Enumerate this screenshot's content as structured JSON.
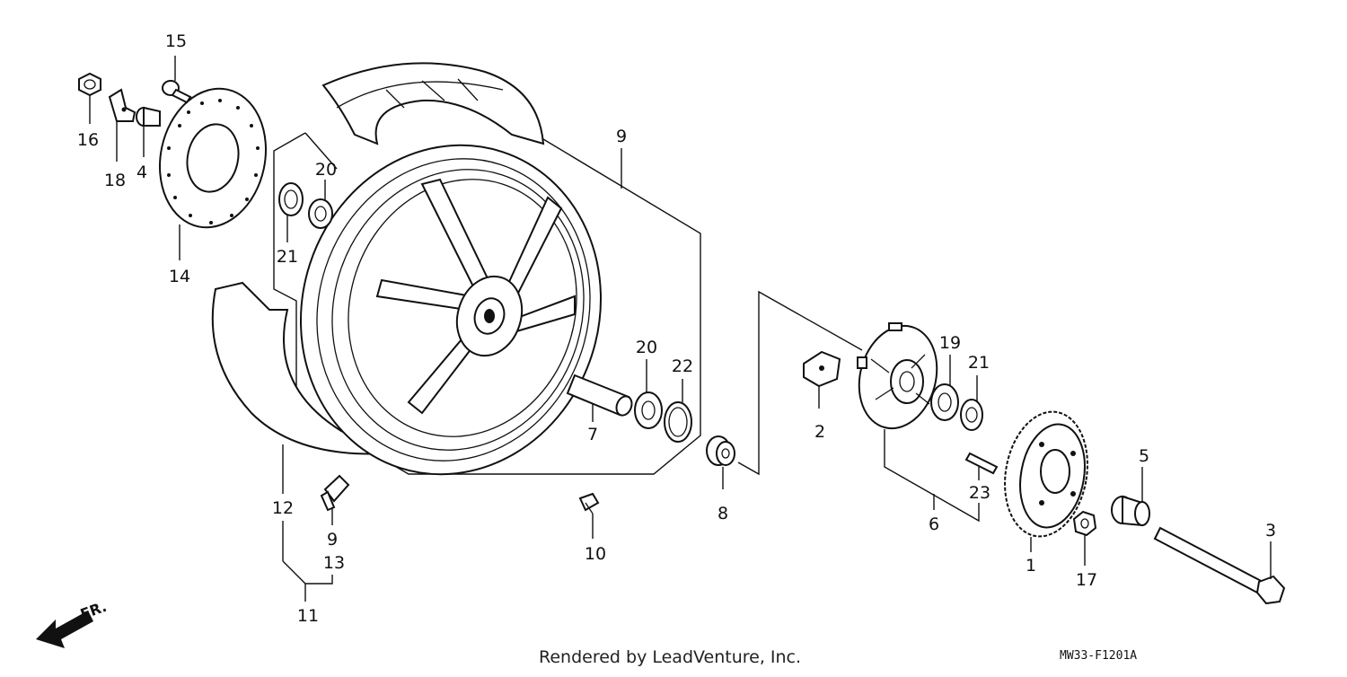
{
  "diagram": {
    "footer_credit": "Rendered by LeadVenture, Inc.",
    "diagram_code": "MW33-F1201A",
    "direction_label": "FR.",
    "callouts": [
      {
        "id": "1",
        "label": "1"
      },
      {
        "id": "2",
        "label": "2"
      },
      {
        "id": "3",
        "label": "3"
      },
      {
        "id": "4",
        "label": "4"
      },
      {
        "id": "5",
        "label": "5"
      },
      {
        "id": "6",
        "label": "6"
      },
      {
        "id": "7",
        "label": "7"
      },
      {
        "id": "8",
        "label": "8"
      },
      {
        "id": "9a",
        "label": "9"
      },
      {
        "id": "9b",
        "label": "9"
      },
      {
        "id": "10",
        "label": "10"
      },
      {
        "id": "11",
        "label": "11"
      },
      {
        "id": "12",
        "label": "12"
      },
      {
        "id": "13",
        "label": "13"
      },
      {
        "id": "14",
        "label": "14"
      },
      {
        "id": "15",
        "label": "15"
      },
      {
        "id": "16",
        "label": "16"
      },
      {
        "id": "17",
        "label": "17"
      },
      {
        "id": "18",
        "label": "18"
      },
      {
        "id": "19",
        "label": "19"
      },
      {
        "id": "20a",
        "label": "20"
      },
      {
        "id": "20b",
        "label": "20"
      },
      {
        "id": "21a",
        "label": "21"
      },
      {
        "id": "21b",
        "label": "21"
      },
      {
        "id": "22",
        "label": "22"
      },
      {
        "id": "23",
        "label": "23"
      }
    ]
  }
}
